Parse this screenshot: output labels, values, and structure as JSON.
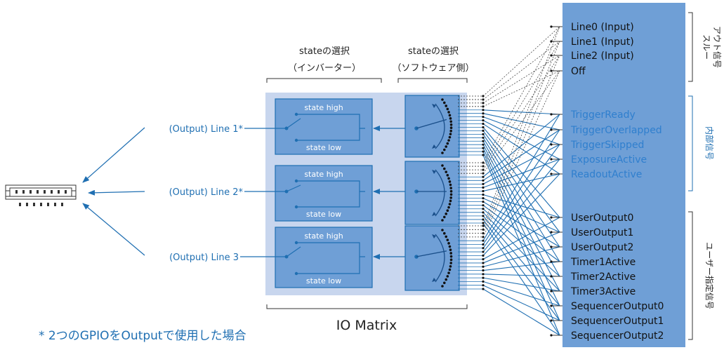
{
  "headers": {
    "inverter_line1": "stateの選択",
    "inverter_line2": "（インバーター）",
    "software_line1": "stateの選択",
    "software_line2": "（ソフトウェア側）"
  },
  "outputs": [
    {
      "label": "(Output) Line 1*"
    },
    {
      "label": "(Output) Line 2*"
    },
    {
      "label": "(Output) Line 3"
    }
  ],
  "state_labels": {
    "high": "state high",
    "low": "state low"
  },
  "signals": [
    {
      "label": "Line0 (Input)",
      "group": "through"
    },
    {
      "label": "Line1 (Input)",
      "group": "through"
    },
    {
      "label": "Line2 (Input)",
      "group": "through"
    },
    {
      "label": "Off",
      "group": "through"
    },
    {
      "label": "TriggerReady",
      "group": "internal"
    },
    {
      "label": "TriggerOverlapped",
      "group": "internal"
    },
    {
      "label": "TriggerSkipped",
      "group": "internal"
    },
    {
      "label": "ExposureActive",
      "group": "internal"
    },
    {
      "label": "ReadoutActive",
      "group": "internal"
    },
    {
      "label": "UserOutput0",
      "group": "user"
    },
    {
      "label": "UserOutput1",
      "group": "user"
    },
    {
      "label": "UserOutput2",
      "group": "user"
    },
    {
      "label": "Timer1Active",
      "group": "user"
    },
    {
      "label": "Timer2Active",
      "group": "user"
    },
    {
      "label": "Timer3Active",
      "group": "user"
    },
    {
      "label": "SequencerOutput0",
      "group": "user"
    },
    {
      "label": "SequencerOutput1",
      "group": "user"
    },
    {
      "label": "SequencerOutput2",
      "group": "user"
    }
  ],
  "group_labels": {
    "through_line1": "スルー",
    "through_line2": "アウト信号",
    "internal": "内部信号",
    "user": "ユーザー指定信号"
  },
  "io_matrix_label": "IO Matrix",
  "footnote": "* 2つのGPIOをOutputで使用した場合",
  "colors": {
    "blue": "#1f6fb2",
    "signal_panel": "#6f9fd6",
    "matrix_bg": "#c8d6ee",
    "inner_box": "#6f9fd6",
    "internal_text": "#2f7fce"
  }
}
